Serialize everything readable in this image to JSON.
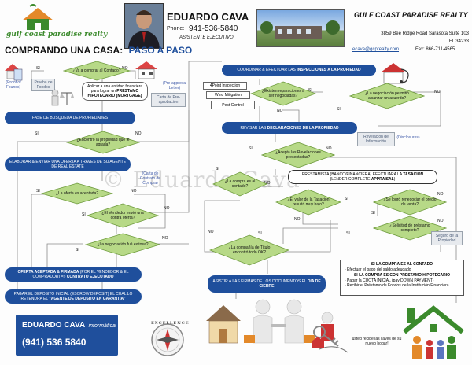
{
  "header": {
    "logo_line1": "gulf coast paradise realty",
    "agent_name": "EDUARDO CAVA",
    "phone_label": "Phone:",
    "phone": "941-536-5840",
    "agent_title": "ASISTENTE EJECUTIVO",
    "realty_name": "GULF COAST PARADISE REALTY",
    "address1": "3859 Bee Ridge Road Sarasota Suite 103",
    "address2": "FL 34233",
    "email": "ecava@gcprealty.com",
    "fax": "Fax: 866-711-4565",
    "heading_main": "COMPRANDO UNA CASA:",
    "heading_accent": "PASO A PASO"
  },
  "left_flow": {
    "q_contado": "¿Va a comprar al Contado?",
    "si": "SI",
    "no": "NO",
    "proof_funds": "(Proof of Founds)",
    "prueba_fondos": "Prueba de Fondos",
    "aplicar_line1": "Aplicar a una entidad financiera para lograr un ",
    "aplicar_bold": "PRESTAMO HIPOTECARIO (MORTGAGE)",
    "preapproval": "(Pre-approval Letter)",
    "carta_pre": "Carta de Pre-aprobación",
    "fase_busqueda": "FASE DE BUSQUEDA DE PROPIEDADES",
    "q_encontro": "¿Encontró la propiedad que le agrada?",
    "elaborar": "ELABORAR & ENVIAR UNA OFERTA A TRAVES DE SU AGENTE DE REAL ESTATE",
    "carta_contrato": "(Carta de Contrato de Compra)",
    "q_aceptada": "¿La oferta es aceptada?",
    "q_contra": "¿El Vendedor envió una contra oferta?",
    "q_negociacion": "¿La negociación fué exitosa?",
    "oferta_aceptada_b": "OFERTA ACEPTADA & FIRMADA",
    "oferta_aceptada_r": " (POR EL VENDEDOR & EL COMPRADOR) => ",
    "contrato_ejec": "CONTRATO EJECUTADO",
    "pagar_1": "PAGAR EL DEPOSITO INICIAL (ESCROW DEPOSIT) EL CUAL LO RETENDRA EL ",
    "pagar_b": "\"AGENTE DE DEPOSITO EN GARANTIA\""
  },
  "right_flow": {
    "coordinar_1": "COORDINAR & EFECTUAR LAS ",
    "coordinar_b": "INSPECCIONES A LA PROPIEDAD",
    "insp1": "4Point Inspection",
    "insp2": "Wind Mitigation",
    "insp3": "Pest Control",
    "q_reparaciones": "¿Existen reparaciones a ser negociadas?",
    "q_negociacion2": "¿La negociación permitió alcanzar un acuerdo?",
    "revisar_1": "REVISAR LAS ",
    "revisar_b": "DECLARACIONES DE LA PROPIEDAD",
    "revelacion": "Revelación de Información",
    "disclosures": "(Disclosures)",
    "q_revelaciones": "¿Acepta las Revelaciones presentadas?",
    "prestamista": "PRESTAMISTA (BANCO/FINANCIERA) EFECTUARA LA ",
    "tasacion": "TASACION",
    "lender_1": "(LENDER COMPLETE ",
    "lender_b": "APPRAISAL",
    "lender_2": ")",
    "q_contado2": "¿La compra es al contado?",
    "q_tasacion": "¿El valor de la Tasación resultó muy bajo?",
    "q_renegociar": "¿Se logró renegociar el precio de venta?",
    "q_prestamo": "¿Solicitud de préstamo completo?",
    "seguro": "Seguro de la Propiedad",
    "q_titulo": "¿La compañía de Título encontró todo OK?",
    "asistir_1": "ASISTIR A LAS FIRMAS DE LOS DOCUMENTOS EL ",
    "asistir_b": "DIA DE CIERRE",
    "contado_title": "SI LA COMPRA ES AL CONTADO",
    "contado_item": "- Efectuar el pago del saldo adeudado",
    "hipoteca_title": "SI LA COMPRA ES CON PRESTAMO HIPOTECARIO",
    "hipoteca_item1": "- Pagar la CUOTA INICIAL (pay DOWN PAYMENT)",
    "hipoteca_item2": "- Recibir el Préstamo de Fondos de la Institución Financiera",
    "llaves": "usted recibe las llaves de su nuevo hogar!"
  },
  "footer": {
    "name": "EDUARDO CAVA",
    "informatica": "informática",
    "phone": "(941) 536 5840",
    "excellence": "EXCELLENCE"
  },
  "watermark": "© Eduardo Cava",
  "colors": {
    "flow_bar": "#1f4f9c",
    "diamond": "#b7d987",
    "diamond_stroke": "#6d9a3c",
    "heading_accent": "#1f4f9c",
    "realty_green": "#3b8a2c",
    "realty_orange": "#e3892a"
  },
  "icons": [
    "house-clipboard-icon",
    "scale-figure-icon",
    "house-stethoscope-icon",
    "excellence-compass-icon",
    "house-keys-icon",
    "family-home-icon"
  ]
}
